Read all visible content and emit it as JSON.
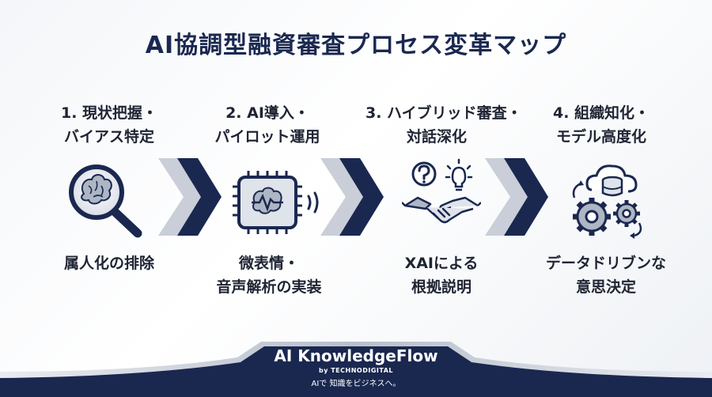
{
  "title": "AI協調型融資審査プロセス変革マップ",
  "steps": [
    {
      "heading_line1": "1. 現状把握・",
      "heading_line2": "バイアス特定",
      "desc_line1": "属人化の排除",
      "desc_line2": "",
      "icon": "magnifier-brain-icon"
    },
    {
      "heading_line1": "2. AI導入・",
      "heading_line2": "パイロット運用",
      "desc_line1": "微表情・",
      "desc_line2": "音声解析の実装",
      "icon": "ai-chip-icon"
    },
    {
      "heading_line1": "3. ハイブリッド審査・",
      "heading_line2": "対話深化",
      "desc_line1": "XAIによる",
      "desc_line2": "根拠説明",
      "icon": "handshake-icon"
    },
    {
      "heading_line1": "4. 組織知化・",
      "heading_line2": "モデル高度化",
      "desc_line1": "データドリブンな",
      "desc_line2": "意思決定",
      "icon": "cloud-gears-icon"
    }
  ],
  "footer": {
    "brand": "AI KnowledgeFlow",
    "by": "by TECHNODIGITAL",
    "tagline": "AIで 知識をビジネスへ。"
  },
  "colors": {
    "navy": "#1a2850",
    "silver": "#c9ced8",
    "background": "#f4f6f9"
  }
}
